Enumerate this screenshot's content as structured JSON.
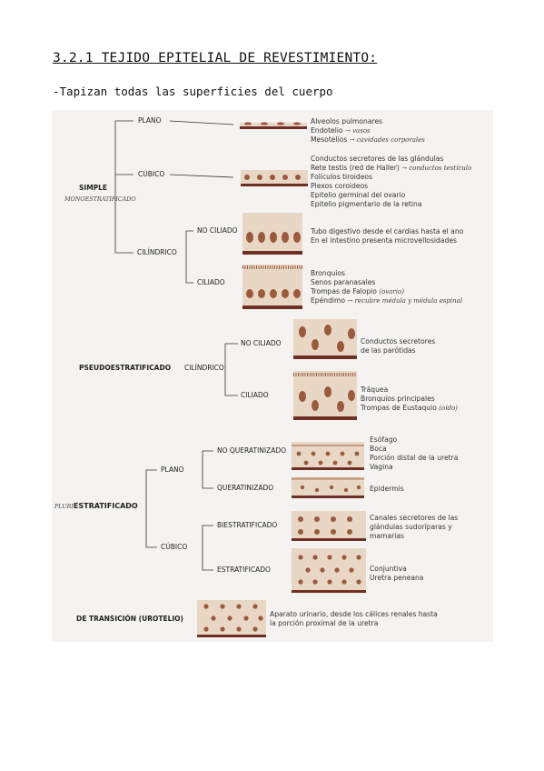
{
  "document": {
    "title": "3.2.1 TEJIDO EPITELIAL DE REVESTIMIENTO:",
    "intro": "-Tapizan todas las superficies del cuerpo"
  },
  "diagram": {
    "simple": {
      "label": "SIMPLE",
      "note": "MONOESTRATIFICADO",
      "plano": {
        "label": "PLANO",
        "examples": [
          "Alveolos pulmonares",
          "Endotelio",
          "Mesotelios"
        ],
        "notes": [
          "→ vasos",
          "→ cavidades corporales"
        ]
      },
      "cubico": {
        "label": "CÚBICO",
        "examples": [
          "Conductos secretores de las glándulas",
          "Rete testis (red de Haller)",
          "Folículos tiroideos",
          "Plexos coroideos",
          "Epitelio germinal del ovario",
          "Epitelio pigmentario de la retina"
        ],
        "note": "→ conductos testículo"
      },
      "cilindrico": {
        "label": "CILÍNDRICO",
        "no_ciliado": {
          "label": "NO CILIADO",
          "examples": [
            "Tubo digestivo desde el cardias hasta el ano",
            "En el intestino presenta microvellosidades"
          ]
        },
        "ciliado": {
          "label": "CILIADO",
          "examples": [
            "Bronquios",
            "Senos paranasales",
            "Trompas de Falopio",
            "Epéndimo"
          ],
          "notes": [
            "(ovario)",
            "→ recubre médula y médula espinal"
          ]
        }
      }
    },
    "pseudo": {
      "label": "PSEUDOESTRATIFICADO",
      "sub": "CILÍNDRICO",
      "no_ciliado": {
        "label": "NO CILIADO",
        "examples": [
          "Conductos secretores",
          "de las parótidas"
        ]
      },
      "ciliado": {
        "label": "CILIADO",
        "examples": [
          "Tráquea",
          "Bronquios principales",
          "Trompas de Eustaquio"
        ],
        "note": "(oído)"
      }
    },
    "estratificado": {
      "prefix": "PLURI",
      "label": "ESTRATIFICADO",
      "plano": {
        "label": "PLANO",
        "no_queratinizado": {
          "label": "NO QUERATINIZADO",
          "examples": [
            "Esófago",
            "Boca",
            "Porción distal de la uretra",
            "Vagina"
          ]
        },
        "queratinizado": {
          "label": "QUERATINIZADO",
          "examples": [
            "Epidermis"
          ]
        }
      },
      "cubico": {
        "label": "CÚBICO",
        "biestratificado": {
          "label": "BIESTRATIFICADO",
          "examples": [
            "Canales secretores de las",
            "glándulas sudoríparas y",
            "mamarias"
          ]
        },
        "estratificado": {
          "label": "ESTRATIFICADO",
          "examples": [
            "Conjuntiva",
            "Uretra peneana"
          ]
        }
      }
    },
    "transicion": {
      "label": "DE TRANSICIÓN (UROTELIO)",
      "examples": [
        "Aparato urinario, desde los cálices renales hasta",
        "la porción proximal de la uretra"
      ]
    },
    "colors": {
      "cell_fill": "#e9d7c6",
      "nucleus": "#9a5a3c",
      "basement": "#6e2f24",
      "line": "#333333"
    }
  }
}
